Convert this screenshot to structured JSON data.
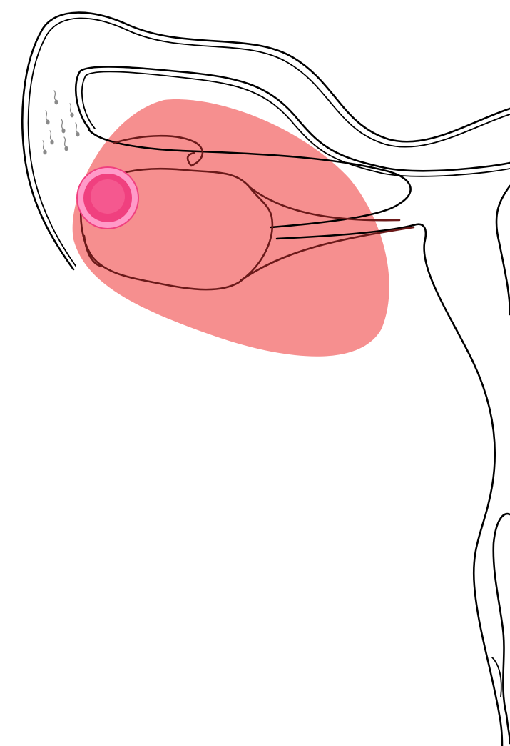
{
  "colors": {
    "background": "#ffffff",
    "outline": "#000000",
    "highlight": "#f68f8f",
    "ovary_outline": "#6b1a1a",
    "egg_outer": "#ff9ac8",
    "egg_ring": "#f0407f",
    "egg_core": "#f5588f",
    "sperm": "#8a8a8a"
  },
  "elements": {
    "highlight_region": "ovary-highlight",
    "egg_cell": "egg-cell",
    "sperm_count": 8
  }
}
